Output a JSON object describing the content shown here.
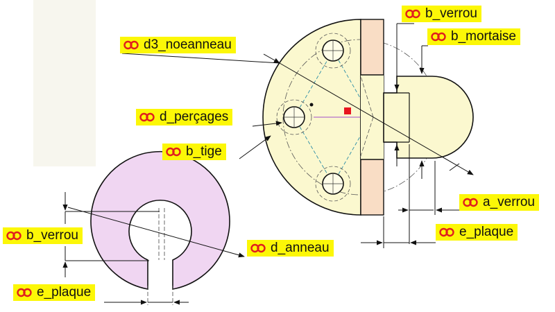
{
  "annotations": [
    {
      "key": "b_verrou_top",
      "text": "b_verrou"
    },
    {
      "key": "b_mortaise",
      "text": "b_mortaise"
    },
    {
      "key": "d3_noeanneau",
      "text": "d3_noeanneau"
    },
    {
      "key": "d_percages",
      "text": "d_perçages"
    },
    {
      "key": "b_tige",
      "text": "b_tige"
    },
    {
      "key": "a_verrou",
      "text": "a_verrou"
    },
    {
      "key": "e_plaque_right",
      "text": "e_plaque"
    },
    {
      "key": "b_verrou_left",
      "text": "b_verrou"
    },
    {
      "key": "d_anneau",
      "text": "d_anneau"
    },
    {
      "key": "e_plaque_left",
      "text": "e_plaque"
    }
  ],
  "icon": "chain-link-icon",
  "colors": {
    "label_background": "#fcf707",
    "link_icon": "#e01e1e",
    "disc_fill": "#fbf8cf",
    "slot_plate_fill": "#f9ddc5",
    "ring_fill": "#f0d6f2",
    "sketch_point": "#e8151f",
    "hole_pattern_line": "#2a8da6"
  }
}
